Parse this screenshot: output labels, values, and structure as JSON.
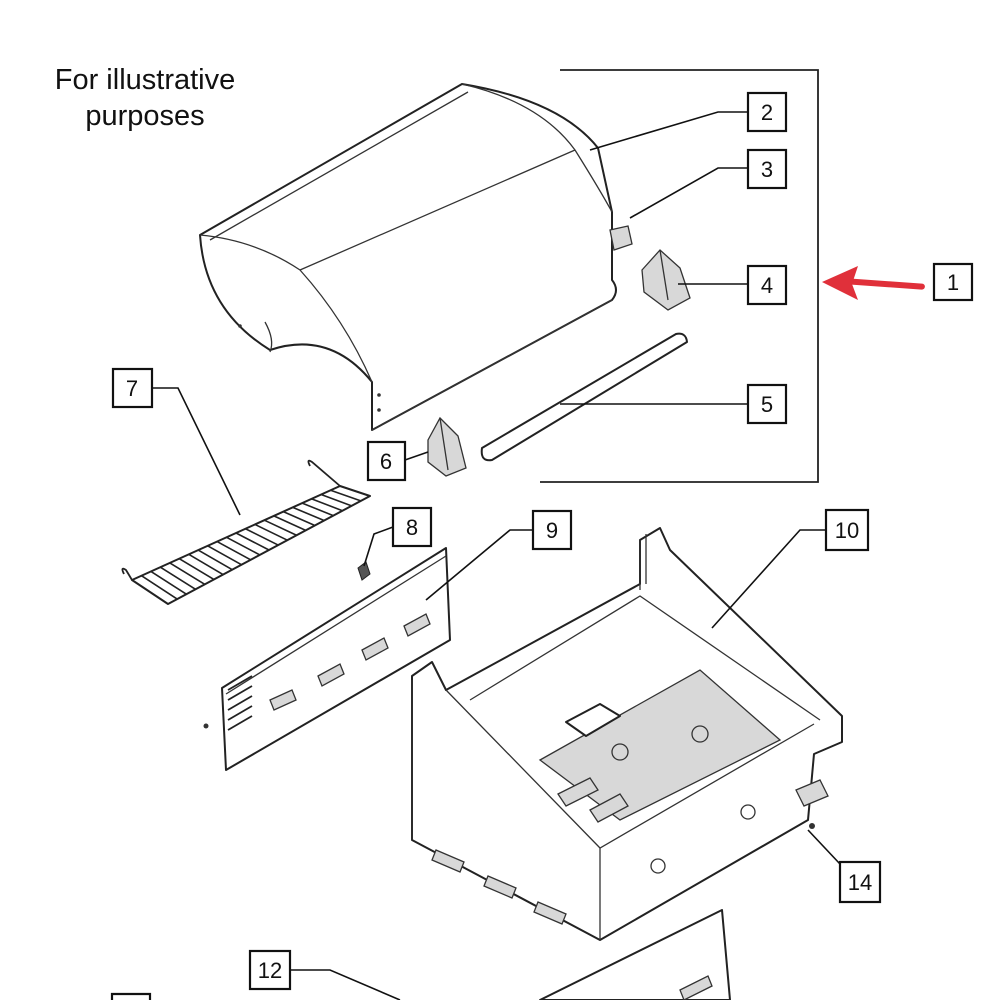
{
  "caption": {
    "line1": "For illustrative",
    "line2": "purposes"
  },
  "callouts": [
    "1",
    "2",
    "3",
    "4",
    "5",
    "6",
    "7",
    "8",
    "9",
    "10",
    "12",
    "14"
  ],
  "colors": {
    "arrow": "#e0303a",
    "ink": "#222222",
    "background": "#ffffff"
  }
}
